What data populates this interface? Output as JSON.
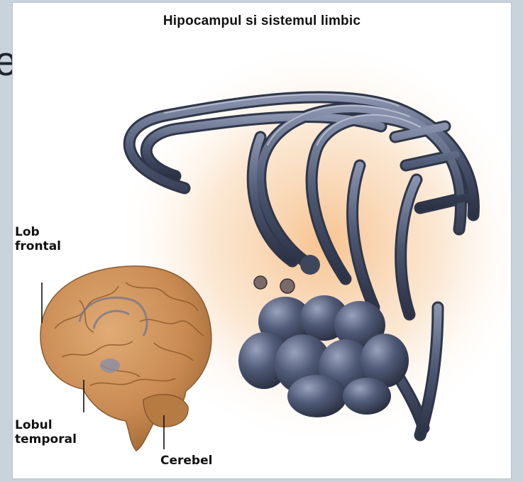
{
  "figure": {
    "title": "Hipocampul si sistemul limbic",
    "labels": {
      "lob_frontal": [
        "Lob",
        "frontal"
      ],
      "lobul_temporal": [
        "Lobul",
        "temporal"
      ],
      "cerebel": "Cerebel"
    }
  },
  "slide_fragment": "e",
  "colors": {
    "slide_background": "#c9d3dc",
    "glow": "#f6c99a",
    "limbic_structure": "#4d5a74",
    "brain": "#c98a52"
  },
  "icons": [
    "limbic-system-illustration",
    "brain-illustration"
  ]
}
